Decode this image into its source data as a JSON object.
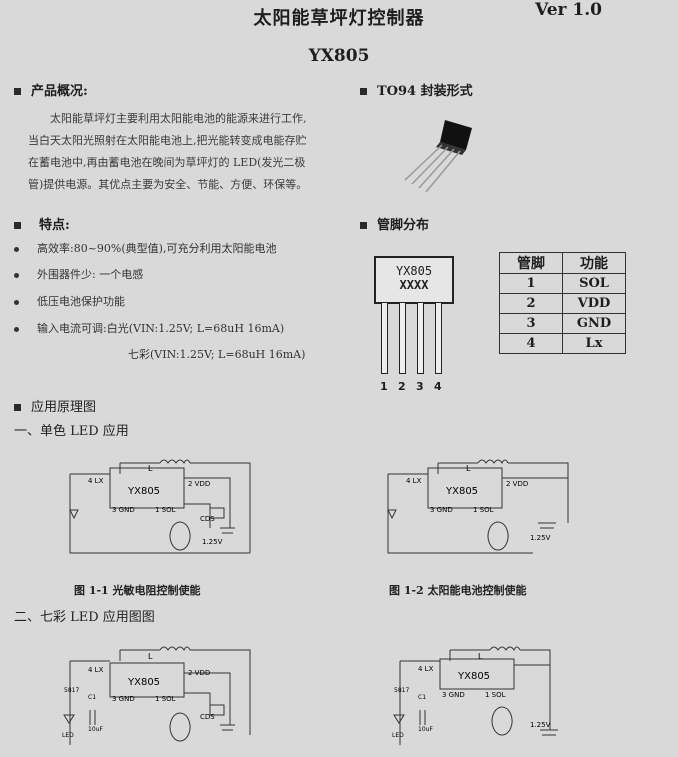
{
  "header": {
    "title": "太阳能草坪灯控制器",
    "version": "Ver 1.0",
    "model": "YX805"
  },
  "overview": {
    "heading": "产品概况:",
    "lines": [
      "太阳能草坪灯主要利用太阳能电池的能源来进行工作,",
      "当白天太阳光照射在太阳能电池上,把光能转变成电能存贮",
      "在蓄电池中,再由蓄电池在晚间为草坪灯的 LED(发光二极",
      "管)提供电源。其优点主要为安全、节能、方便、环保等。"
    ]
  },
  "package": {
    "heading": "TO94 封装形式"
  },
  "features": {
    "heading": "特点:",
    "items": [
      "高效率:80~90%(典型值),可充分利用太阳能电池",
      "外围器件少: 一个电感",
      "低压电池保护功能",
      "输入电流可调:白光(VIN:1.25V; L=68uH   16mA)"
    ],
    "extra_line": "七彩(VIN:1.25V;  L=68uH   16mA)"
  },
  "pinout": {
    "heading": "管脚分布",
    "chip_label": "YX805",
    "chip_sub": "XXXX",
    "pin_numbers": [
      "1",
      "2",
      "3",
      "4"
    ],
    "table": {
      "headers": [
        "管脚",
        "功能"
      ],
      "rows": [
        [
          "1",
          "SOL"
        ],
        [
          "2",
          "VDD"
        ],
        [
          "3",
          "GND"
        ],
        [
          "4",
          "Lx"
        ]
      ]
    }
  },
  "application": {
    "heading": "应用原理图",
    "sub1": "一、单色 LED 应用",
    "sub2": "二、七彩 LED 应用图图",
    "caption1": "图 1-1   光敏电阻控制使能",
    "caption2": "图 1-2   太阳能电池控制使能",
    "circuit": {
      "chip": "YX805",
      "inductor": "L",
      "pin_lx": "4 LX",
      "pin_vdd": "2 VDD",
      "pin_gnd": "3 GND",
      "pin_sol": "1 SOL",
      "cds": "CDS",
      "battery": "1.25V",
      "ic": "5817",
      "cap": "C1",
      "cap_val": "10uF",
      "led": "LED"
    }
  }
}
